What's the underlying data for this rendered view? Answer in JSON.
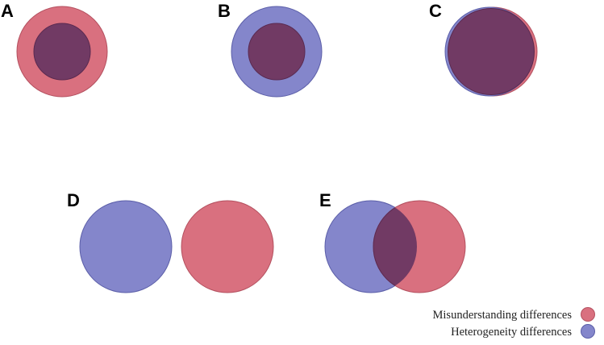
{
  "colors": {
    "misunderstanding": "#d9707f",
    "misunderstanding_stroke": "#b4505f",
    "heterogeneity": "#8486cb",
    "heterogeneity_stroke": "#5b5ea8",
    "overlap": "#713a64"
  },
  "panels": [
    {
      "id": "A",
      "label": "A",
      "relation": "heterogeneity-inside-misunderstanding"
    },
    {
      "id": "B",
      "label": "B",
      "relation": "misunderstanding-inside-heterogeneity"
    },
    {
      "id": "C",
      "label": "C",
      "relation": "near-identical"
    },
    {
      "id": "D",
      "label": "D",
      "relation": "disjoint"
    },
    {
      "id": "E",
      "label": "E",
      "relation": "partial-overlap"
    }
  ],
  "legend": [
    {
      "label": "Misunderstanding differences",
      "color_key": "misunderstanding"
    },
    {
      "label": "Heterogeneity differences",
      "color_key": "heterogeneity"
    }
  ]
}
